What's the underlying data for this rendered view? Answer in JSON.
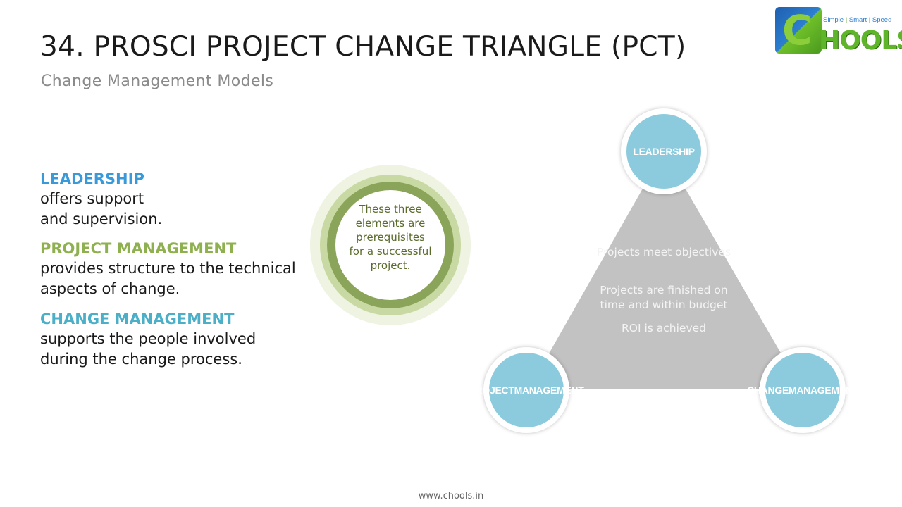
{
  "slide": {
    "title": "34. PROSCI PROJECT CHANGE TRIANGLE (PCT)",
    "subtitle": "Change Management Models",
    "footer": "www.chools.in"
  },
  "logo": {
    "tagline_1": "Simple",
    "tagline_2": "Smart",
    "tagline_3": "Speed",
    "letter": "C",
    "word": "HOOLS",
    "tagline_sep": "|"
  },
  "descriptions": [
    {
      "heading": "LEADERSHIP",
      "body": "offers support\nand supervision."
    },
    {
      "heading": "PROJECT MANAGEMENT",
      "body": "provides structure to the technical aspects of change."
    },
    {
      "heading": "CHANGE MANAGEMENT",
      "body": "supports the people involved during the change process."
    }
  ],
  "circle_note": "These three elements are prerequisites for a successful project.",
  "triangle": {
    "outcomes": [
      "Projects meet objectives",
      "Projects are finished on time and within budget",
      "ROI is achieved"
    ],
    "nodes": {
      "top": "LEADERSHIP",
      "left": "PROJECT MANAGEMENT",
      "right": "CHANGE MANAGEMENT"
    }
  },
  "colors": {
    "leadership": "#3a9ad9",
    "project_management": "#8fb04f",
    "change_management": "#4bafc8",
    "triangle_fill": "#c2c2c2",
    "node_fill": "#8ccbdd",
    "ring_dark": "#8aa55a"
  }
}
